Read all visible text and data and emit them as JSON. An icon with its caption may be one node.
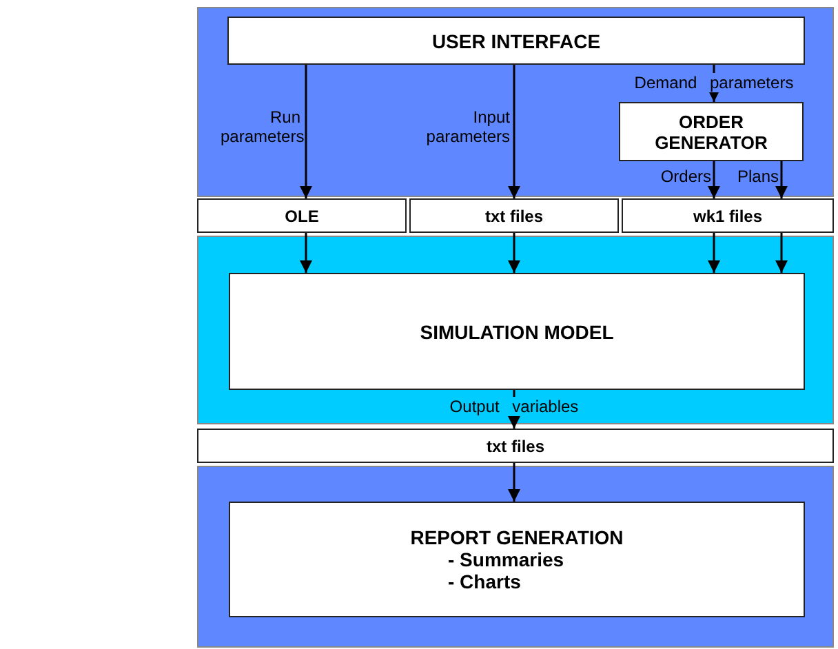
{
  "diagram": {
    "nodes": [
      {
        "text": [],
        "shape": "box"
      },
      {
        "text": [
          "USER INTERFACE"
        ],
        "in": 0
      },
      {
        "text": [
          "ORDER GENERATOR"
        ],
        "in": 0
      },
      {
        "text": [
          "OLE"
        ]
      },
      {
        "text": [
          "txt files"
        ]
      },
      {
        "text": [
          "wk1 files"
        ]
      },
      {
        "text": [],
        "shape": "box"
      },
      {
        "text": [
          "SIMULATION MODEL"
        ],
        "in": 6
      },
      {
        "text": [
          "txt files"
        ]
      },
      {
        "text": [],
        "shape": "box"
      },
      {
        "text": [
          "REPORT GENERATION",
          "- Summaries",
          "- Charts"
        ],
        "in": 9
      }
    ],
    "edges": [
      {
        "from": 1,
        "to": 3,
        "arrow": "to",
        "label": "Run parameters"
      },
      {
        "from": 1,
        "to": 4,
        "arrow": "to",
        "label": "Input parameters"
      },
      {
        "from": 1,
        "to": 2,
        "arrow": "to",
        "label": "Demand parameters"
      },
      {
        "from": 2,
        "to": 5,
        "arrow": "to",
        "label": "Orders"
      },
      {
        "from": 2,
        "to": 5,
        "arrow": "to",
        "label": "Plans"
      },
      {
        "from": 3,
        "to": 7,
        "arrow": "to"
      },
      {
        "from": 4,
        "to": 7,
        "arrow": "to"
      },
      {
        "from": 5,
        "to": 7,
        "arrow": "to"
      },
      {
        "from": 5,
        "to": 7,
        "arrow": "to"
      },
      {
        "from": 7,
        "to": 8,
        "arrow": "to",
        "label": "Output variables"
      },
      {
        "from": 8,
        "to": 10,
        "arrow": "to"
      }
    ]
  }
}
